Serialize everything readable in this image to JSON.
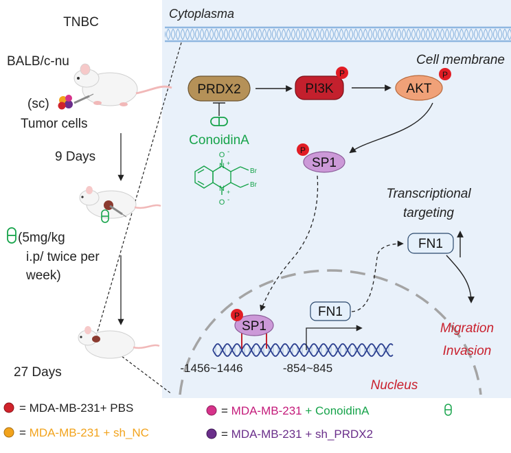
{
  "left": {
    "title": "TNBC",
    "mouse_strain": "BALB/c-nu",
    "route_sc": "(sc)",
    "tumor_cells": "Tumor cells",
    "day_9": "9 Days",
    "dose_line1": "(5mg/kg",
    "dose_line2": "i.p/ twice per",
    "dose_line3": "week)",
    "day_27": "27 Days"
  },
  "pathway": {
    "cytoplasma": "Cytoplasma",
    "cell_membrane": "Cell membrane",
    "prdx2": "PRDX2",
    "pi3k": "PI3K",
    "akt": "AKT",
    "phospho": "P",
    "inhibitor": "ConoidinA",
    "o_minus": "O",
    "minus": "-",
    "n_plus": "N",
    "plus": "+",
    "br": "Br",
    "sp1": "SP1",
    "transcriptional": "Transcriptional",
    "targeting": "targeting",
    "fn1": "FN1",
    "migration": "Migration",
    "invasion": "Invasion",
    "site1": "-1456~1446",
    "site2": "-854~845",
    "nucleus": "Nucleus"
  },
  "legend": [
    {
      "prefix": "= ",
      "label": "MDA-MB-231+ PBS",
      "suffix": ""
    },
    {
      "prefix": "= ",
      "label": "MDA-MB-231",
      "suffix": " + ConoidinA"
    },
    {
      "prefix": "= ",
      "label": "MDA-MB-231 + sh_NC",
      "suffix": ""
    },
    {
      "prefix": "= ",
      "label": "MDA-MB-231 + sh_PRDX2",
      "suffix": ""
    }
  ],
  "colors": {
    "panel_bg": "#e9f1fa",
    "prdx2_fill": "#b59158",
    "pi3k_fill": "#c3202d",
    "akt_fill": "#f0a178",
    "sp1_fill": "#cc99d8",
    "fn1_fill": "#e5f0fb",
    "phospho_red": "#e11d25",
    "drug_green": "#16a34a",
    "migration_red": "#c9202d",
    "membrane_blue": "#8fb7e0",
    "pbs_red": "#d0232b",
    "conoidin_pink": "#d6328a",
    "shnc_orange": "#f2a31c",
    "shprdx2_purple": "#6a2e8a"
  }
}
